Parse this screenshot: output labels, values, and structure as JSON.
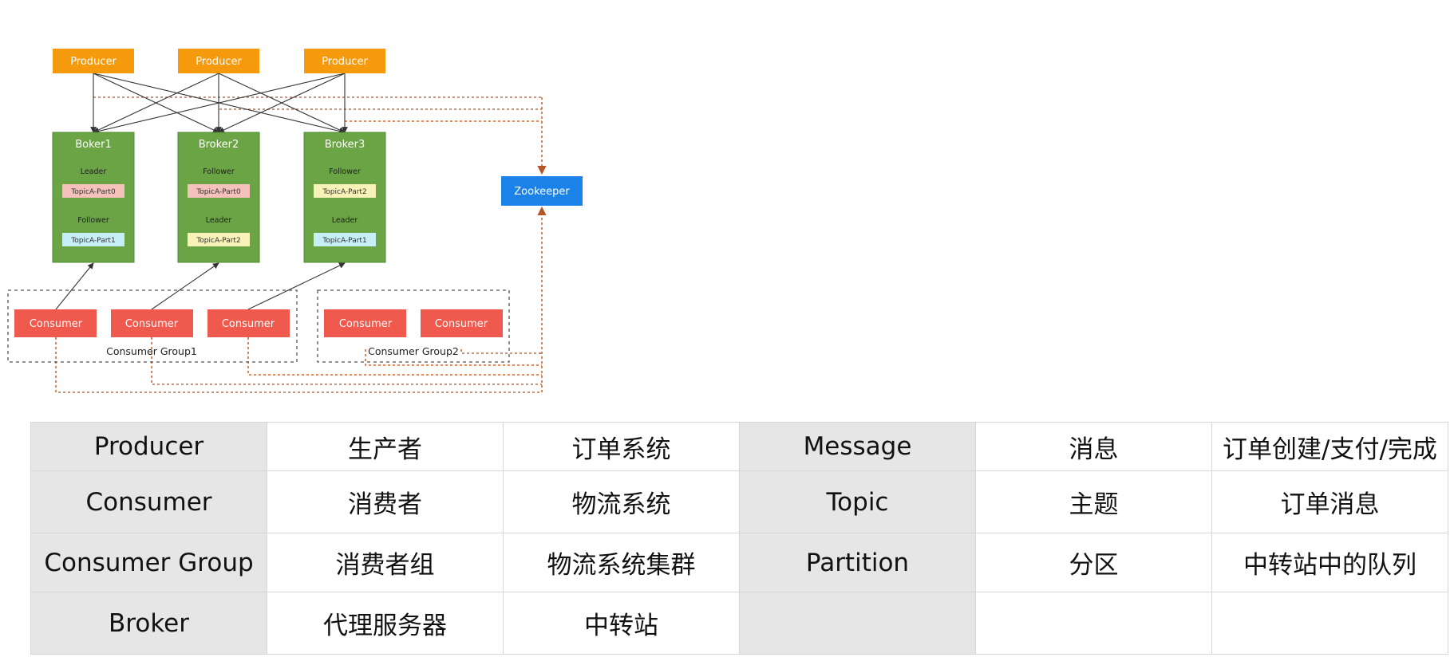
{
  "diagram": {
    "producers": [
      "Producer",
      "Producer",
      "Producer"
    ],
    "brokers": [
      {
        "name": "Boker1",
        "roles": [
          {
            "role": "Leader",
            "partition": "TopicA-Part0",
            "color": "#f5c1bb"
          },
          {
            "role": "Follower",
            "partition": "TopicA-Part1",
            "color": "#c6eef7"
          }
        ]
      },
      {
        "name": "Broker2",
        "roles": [
          {
            "role": "Follower",
            "partition": "TopicA-Part0",
            "color": "#f5c1bb"
          },
          {
            "role": "Leader",
            "partition": "TopicA-Part2",
            "color": "#f8f2b8"
          }
        ]
      },
      {
        "name": "Broker3",
        "roles": [
          {
            "role": "Follower",
            "partition": "TopicA-Part2",
            "color": "#f8f2b8"
          },
          {
            "role": "Leader",
            "partition": "TopicA-Part1",
            "color": "#c6eef7"
          }
        ]
      }
    ],
    "zookeeper": "Zookeeper",
    "consumers": [
      "Consumer",
      "Consumer",
      "Consumer",
      "Consumer",
      "Consumer"
    ],
    "groups": [
      "Consumer Group1",
      "Consumer Group2"
    ],
    "colors": {
      "producer": "#f59a0c",
      "broker": "#6aa444",
      "consumer": "#f0594d",
      "zookeeper": "#1a82e8",
      "dotted_line": "#c9693a"
    }
  },
  "table": {
    "rows": [
      [
        "Producer",
        "生产者",
        "订单系统",
        "Message",
        "消息",
        "订单创建/支付/完成"
      ],
      [
        "Consumer",
        "消费者",
        "物流系统",
        "Topic",
        "主题",
        "订单消息"
      ],
      [
        "Consumer Group",
        "消费者组",
        "物流系统集群",
        "Partition",
        "分区",
        "中转站中的队列"
      ],
      [
        "Broker",
        "代理服务器",
        "中转站",
        "",
        "",
        ""
      ]
    ]
  }
}
